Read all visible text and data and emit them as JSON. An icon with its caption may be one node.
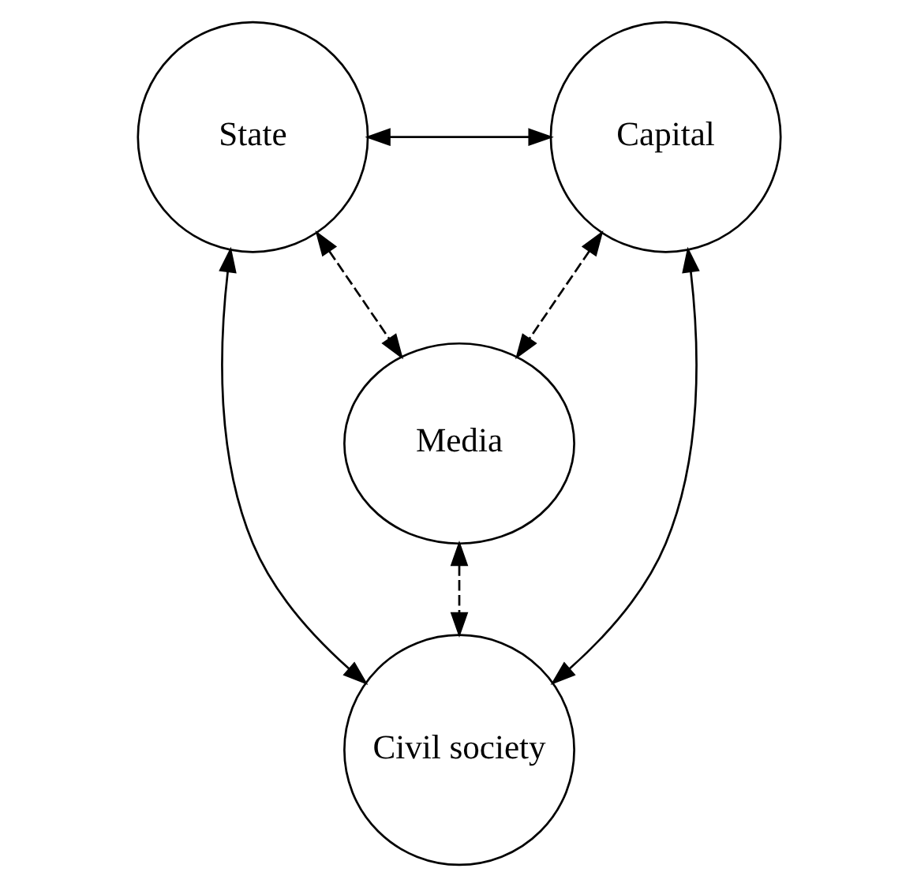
{
  "diagram": {
    "nodes": [
      {
        "text": [
          "State"
        ]
      },
      {
        "text": [
          "Capital"
        ]
      },
      {
        "text": [
          "Media"
        ]
      },
      {
        "text": [
          "Civil society"
        ]
      }
    ],
    "edges": [
      {
        "from": 0,
        "to": 1,
        "arrow": "both"
      },
      {
        "from": 0,
        "to": 2,
        "arrow": "both",
        "style": "dashed"
      },
      {
        "from": 1,
        "to": 2,
        "arrow": "both",
        "style": "dashed"
      },
      {
        "from": 0,
        "to": 3,
        "arrow": "both"
      },
      {
        "from": 1,
        "to": 3,
        "arrow": "both"
      },
      {
        "from": 2,
        "to": 3,
        "arrow": "both",
        "style": "dashed"
      }
    ]
  }
}
